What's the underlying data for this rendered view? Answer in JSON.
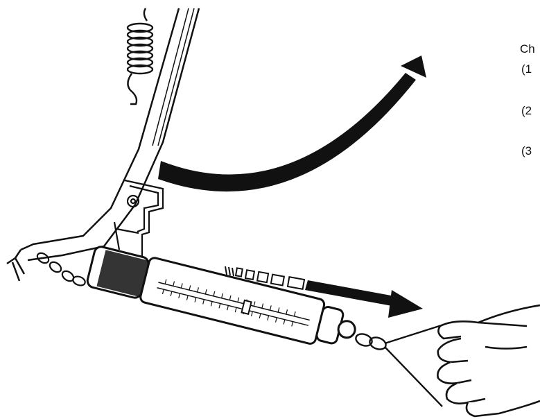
{
  "side_text": {
    "heading": "Ch",
    "item1": "(1",
    "item2": "(2",
    "item3": "(3"
  },
  "colors": {
    "ink": "#111111",
    "paper": "#ffffff"
  },
  "icons": [
    "kickstand-lever",
    "return-spring",
    "spring-scale",
    "pull-arrow",
    "rotate-arrow",
    "hand"
  ]
}
